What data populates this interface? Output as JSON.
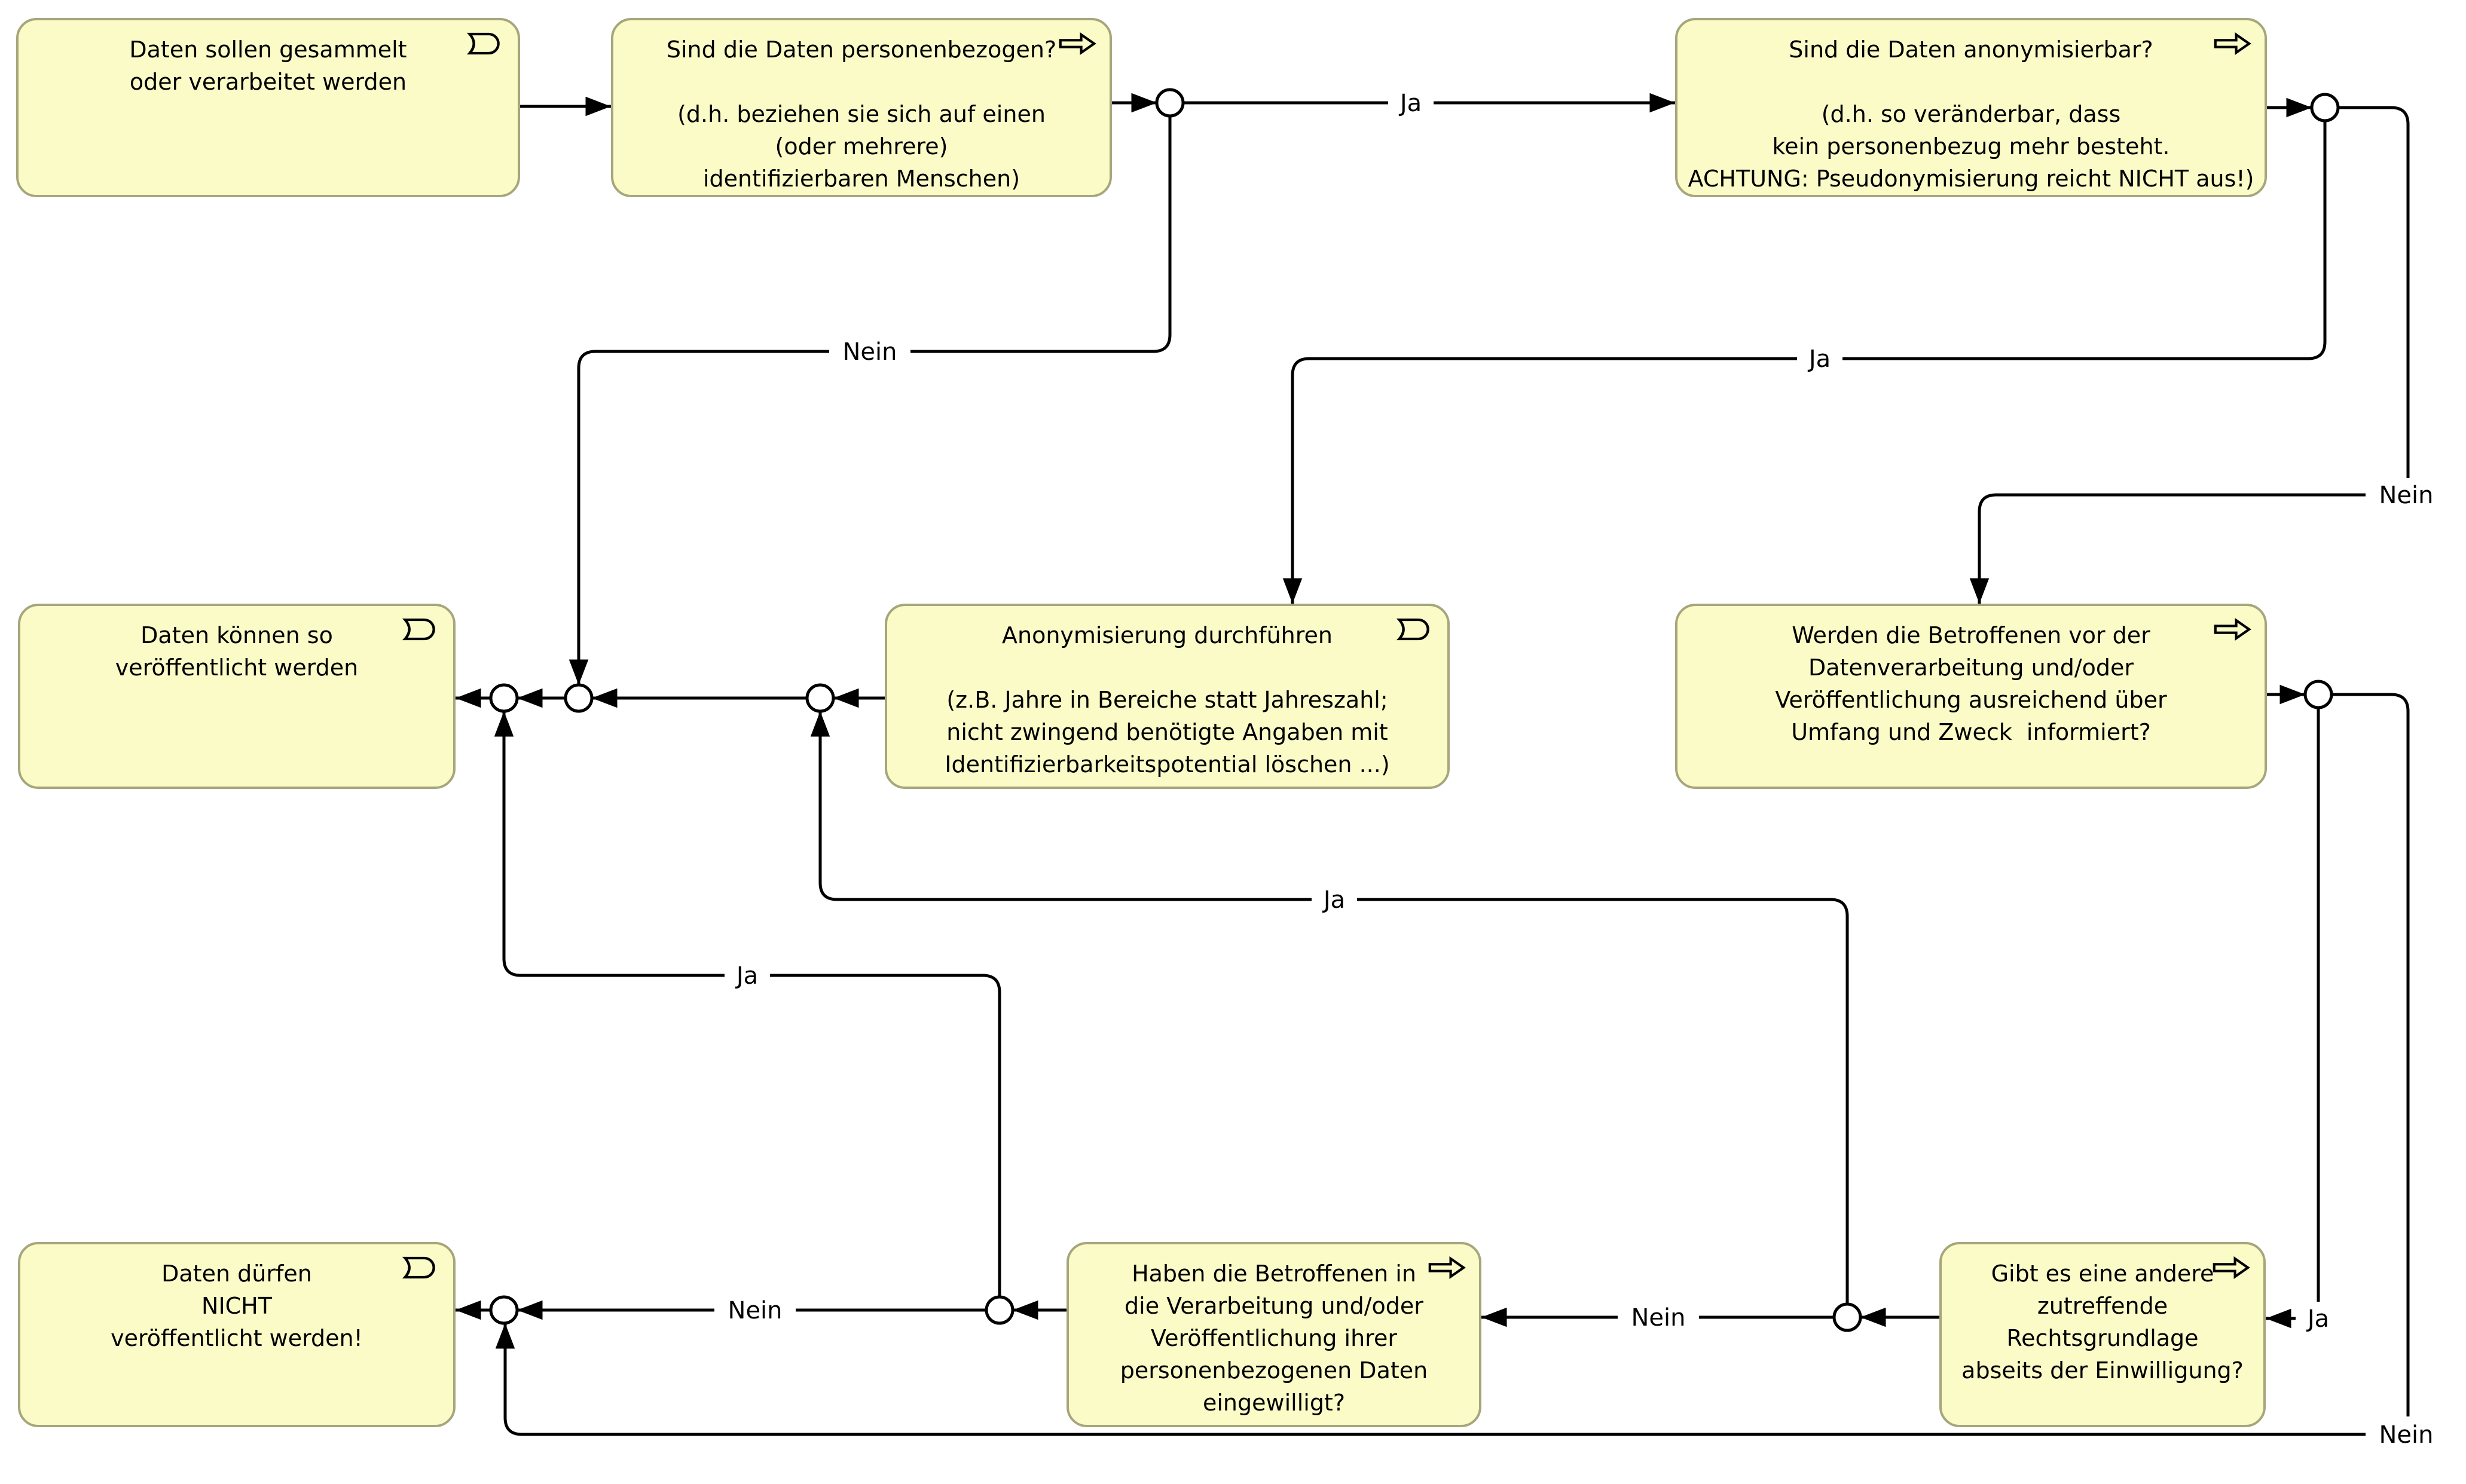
{
  "diagram": {
    "background": "#ffffff",
    "node_fill": "#fbfbc8",
    "node_border": "#a6a67c",
    "line_color": "#000000"
  },
  "nodes": {
    "start": {
      "icon": "event",
      "lines": [
        "Daten sollen gesammelt",
        "oder verarbeitet werden"
      ]
    },
    "personenbezogen": {
      "icon": "process",
      "lines": [
        "Sind die Daten personenbezogen?",
        "",
        "(d.h. beziehen sie sich auf einen",
        "(oder mehrere)",
        "identifizierbaren Menschen)"
      ]
    },
    "anonymisierbar": {
      "icon": "process",
      "lines": [
        "Sind die Daten anonymisierbar?",
        "",
        "(d.h. so veränderbar, dass",
        "kein personenbezug mehr besteht.",
        "ACHTUNG: Pseudonymisierung reicht NICHT aus!)"
      ]
    },
    "koennen": {
      "icon": "event",
      "lines": [
        "Daten können so",
        "veröffentlicht werden"
      ]
    },
    "anonymisierung": {
      "icon": "event",
      "lines": [
        "Anonymisierung durchführen",
        "",
        "(z.B. Jahre in Bereiche statt Jahreszahl;",
        "nicht zwingend benötigte Angaben mit",
        "Identifizierbarkeitspotential löschen ...)"
      ]
    },
    "informiert": {
      "icon": "process",
      "lines": [
        "Werden die Betroffenen vor der",
        "Datenverarbeitung und/oder",
        "Veröffentlichung ausreichend über",
        "Umfang und Zweck  informiert?"
      ]
    },
    "duerfen_nicht": {
      "icon": "event",
      "lines": [
        "Daten dürfen",
        "NICHT",
        "veröffentlicht werden!"
      ]
    },
    "einwilligung": {
      "icon": "process",
      "lines": [
        "Haben die Betroffenen in",
        "die Verarbeitung und/oder",
        "Veröffentlichung ihrer",
        "personenbezogenen Daten",
        "eingewilligt?"
      ]
    },
    "rechtsgrundlage": {
      "icon": "process",
      "lines": [
        "Gibt es eine andere",
        "zutreffende",
        "Rechtsgrundlage",
        "abseits der Einwilligung?"
      ]
    }
  },
  "edge_labels": {
    "personenbezogen_ja": "Ja",
    "personenbezogen_nein": "Nein",
    "anonymisierbar_ja": "Ja",
    "anonymisierbar_nein": "Nein",
    "rechtsgrundlage_ja": "Ja",
    "einwilligung_ja": "Ja",
    "einwilligung_nein": "Nein",
    "rechtsgrundlage_nein": "Nein",
    "informiert_ja": "Ja",
    "informiert_nein": "Nein"
  }
}
